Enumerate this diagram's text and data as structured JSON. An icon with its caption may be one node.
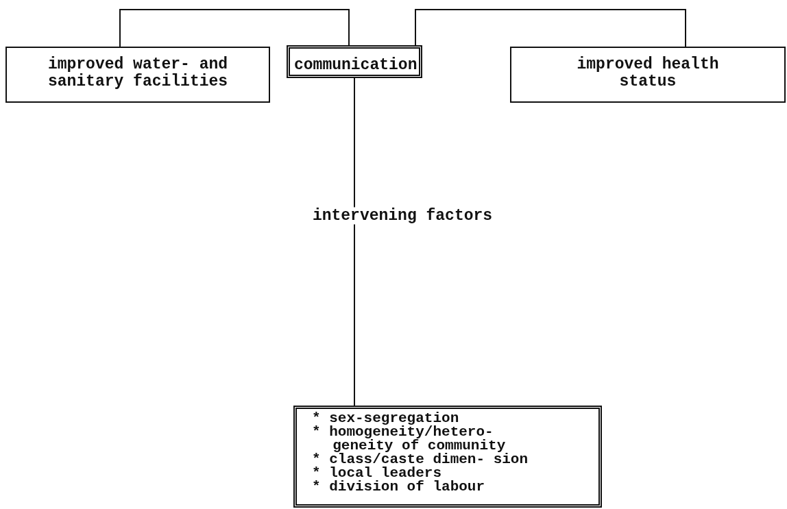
{
  "diagram": {
    "nodes": [
      {
        "text": [
          "improved water- and sanitary facilities"
        ]
      },
      {
        "text": [
          "communication"
        ]
      },
      {
        "text": [
          "improved health status"
        ]
      },
      {
        "text": [
          "* sex-segregation",
          "* homogeneity/hetero- geneity of community",
          "* class/caste dimen- sion",
          "* local leaders",
          "* division of labour"
        ]
      }
    ],
    "edges": [
      {
        "from": 0,
        "to": 1,
        "arrow": "none"
      },
      {
        "from": 1,
        "to": 2,
        "arrow": "none"
      },
      {
        "from": 1,
        "to": 3,
        "arrow": "none",
        "label": "intervening factors"
      }
    ]
  }
}
